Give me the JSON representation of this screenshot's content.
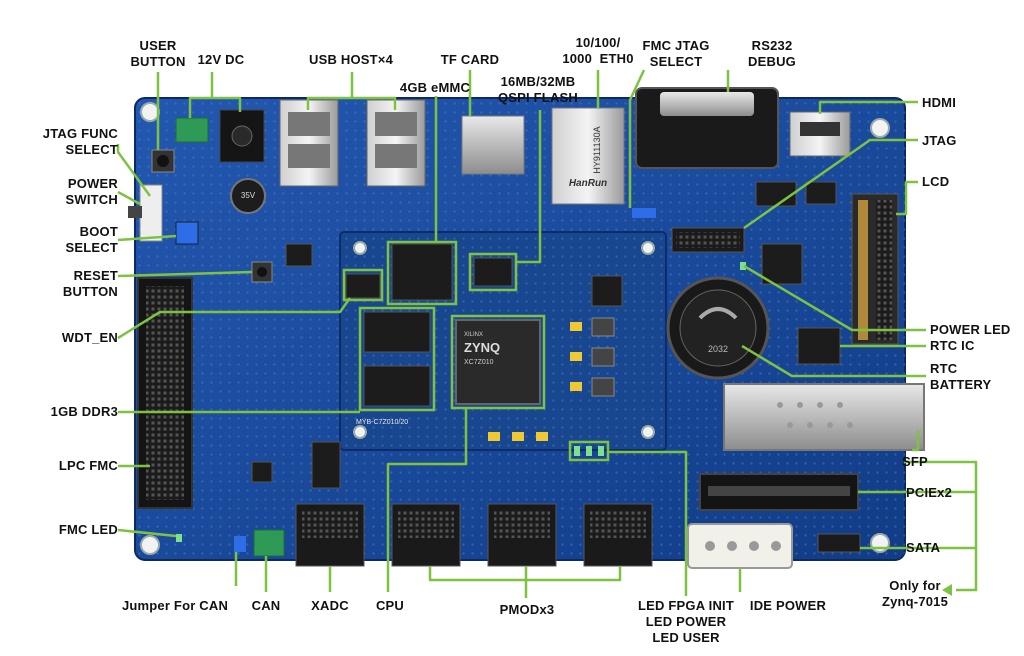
{
  "labels": {
    "user_button": "USER\nBUTTON",
    "dc_12v": "12V DC",
    "usb_host": "USB HOST×4",
    "tf_card": "TF CARD",
    "emmc": "4GB eMMC",
    "eth": "10/100/\n1000  ETH0",
    "qspi": "16MB/32MB\nQSPI FLASH",
    "fmc_jtag_select": "FMC JTAG\nSELECT",
    "rs232": "RS232\nDEBUG",
    "hdmi": "HDMI",
    "jtag": "JTAG",
    "lcd": "LCD",
    "jtag_func_select": "JTAG FUNC\nSELECT",
    "power_switch": "POWER\nSWITCH",
    "boot_select": "BOOT\nSELECT",
    "reset_button": "RESET\nBUTTON",
    "wdt_en": "WDT_EN",
    "ddr3": "1GB DDR3",
    "lpc_fmc": "LPC FMC",
    "fmc_led": "FMC LED",
    "jumper_can": "Jumper For CAN",
    "can": "CAN",
    "xadc": "XADC",
    "cpu": "CPU",
    "pmod": "PMODx3",
    "leds": "LED FPGA INIT\nLED POWER\nLED USER",
    "ide_power": "IDE POWER",
    "power_led": "POWER LED",
    "rtc_ic": "RTC IC",
    "rtc_battery": "RTC\nBATTERY",
    "sfp": "SFP",
    "pcie": "PCIEx2",
    "sata": "SATA",
    "only_for": "Only for\nZynq-7015"
  },
  "board_text": {
    "chip_brand": "XILINX",
    "chip_name": "ZYNQ",
    "chip_part": "XC7Z010",
    "eth_brand": "HanRun",
    "eth_part": "HY911130A",
    "battery_text": "2032",
    "board_name": "MYB-C7Z010/20",
    "cap_text": "35V"
  },
  "colors": {
    "board": "#1a4a9c",
    "board_dark": "#0f3478",
    "callout_line": "#7ec242",
    "label_text": "#111111"
  }
}
